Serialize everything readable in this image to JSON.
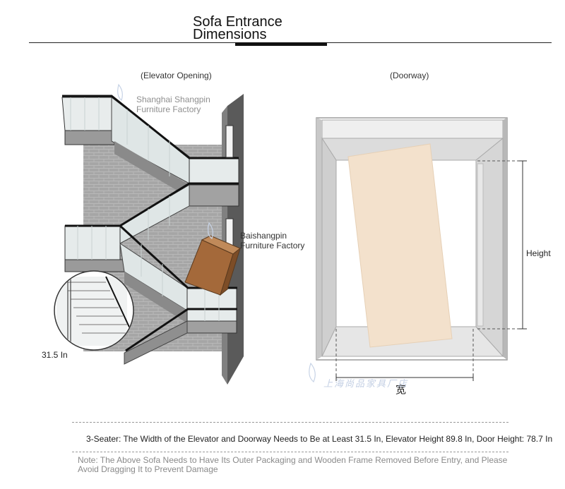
{
  "header": {
    "title_line1": "Sofa Entrance",
    "title_line2": "Dimensions"
  },
  "left_figure": {
    "caption": "(Elevator Opening)",
    "watermark_top": [
      "Shanghai Shangpin",
      "Furniture Factory"
    ],
    "watermark_mid": [
      "Baishangpin",
      "Furniture Factory"
    ],
    "width_label": "31.5 In"
  },
  "right_figure": {
    "caption": "(Doorway)",
    "height_label": "Height",
    "width_label": "宽",
    "watermark_text": "上海尚品家具厂店"
  },
  "notes": {
    "main": "3-Seater: The Width of the Elevator and Doorway Needs to Be at Least 31.5 In, Elevator Height 89.8 In, Door Height: 78.7 In",
    "sub": "Note: The Above Sofa Needs to Have Its Outer Packaging and Wooden Frame Removed Before Entry, and Please Avoid Dragging It to Prevent Damage"
  },
  "colors": {
    "sofa_left": "#a4693a",
    "sofa_right": "#f3e1cc",
    "wall": "#9a9a9a",
    "frame": "#c8c8c8"
  }
}
